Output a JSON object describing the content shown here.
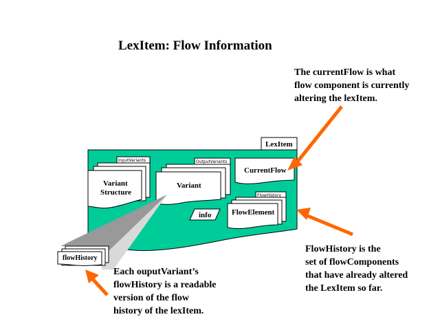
{
  "title": "LexItem: Flow Information",
  "colors": {
    "container": "#00CC99",
    "arrow": "#FF6600",
    "beam_dark": "#999999",
    "beam_light": "#D9D9D9",
    "document": "#FFFFFF",
    "stroke": "#000000"
  },
  "container": {
    "tab_label": "LexItem"
  },
  "elements": {
    "input_variants": {
      "stack_tab": "InputVariants",
      "label_line1": "Variant",
      "label_line2": "Structure"
    },
    "output_variants": {
      "stack_tab": "OutputVariants",
      "label": "Variant"
    },
    "current_flow": {
      "label": "CurrentFlow"
    },
    "flow_history": {
      "stack_tab": "FlowHistory",
      "label": "FlowElement"
    },
    "info": {
      "label": "info"
    },
    "flow_history_doc": {
      "label": "flowHistory"
    }
  },
  "notes": {
    "current_flow": [
      "The currentFlow is what",
      "flow component is currently",
      "altering the lexItem."
    ],
    "flow_history": [
      "FlowHistory is the",
      "set of flowComponents",
      "that have already altered",
      "the LexItem so far."
    ],
    "output_variant": [
      "Each ouputVariant’s",
      "flowHistory is a readable",
      "version of the flow",
      "history of the lexItem."
    ]
  }
}
